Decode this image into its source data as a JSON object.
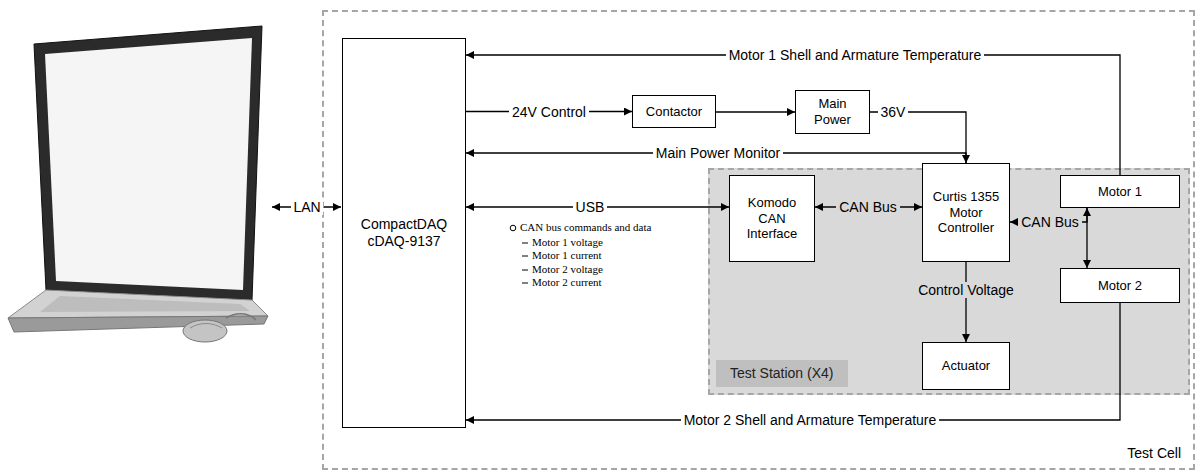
{
  "diagram": {
    "nodes": [
      {
        "text": [
          "Test Cell"
        ]
      },
      {
        "text": [
          "CompactDAQ cDAQ-9137"
        ],
        "in": 0
      },
      {
        "text": [
          "Contactor"
        ],
        "in": 0
      },
      {
        "text": [
          "Main Power"
        ],
        "in": 0
      },
      {
        "text": [
          "Test Station (X4)"
        ],
        "in": 0
      },
      {
        "text": [
          "Komodo CAN Interface"
        ],
        "in": 4
      },
      {
        "text": [
          "Curtis 1355 Motor Controller"
        ],
        "in": 4
      },
      {
        "text": [
          "Motor 1"
        ],
        "in": 4
      },
      {
        "text": [
          "Motor 2"
        ],
        "in": 4
      },
      {
        "text": [
          "Actuator"
        ],
        "in": 4
      }
    ],
    "edges": [
      {
        "from": 7,
        "to": 1,
        "label": "Motor 1 Shell and Armature Temperature",
        "arrow": "to"
      },
      {
        "from": 1,
        "to": 2,
        "label": "24V Control",
        "arrow": "to"
      },
      {
        "from": 2,
        "to": 3,
        "arrow": "to"
      },
      {
        "from": 3,
        "to": 6,
        "label": "36V",
        "arrow": "to"
      },
      {
        "from": 6,
        "to": 1,
        "label": "Main Power Monitor",
        "arrow": "to"
      },
      {
        "from": 1,
        "to": 5,
        "label": "USB",
        "arrow": "both"
      },
      {
        "from": 5,
        "to": 6,
        "label": "CAN Bus",
        "arrow": "both"
      },
      {
        "from": 7,
        "to": 6,
        "label": "CAN Bus",
        "arrow": "to"
      },
      {
        "from": 7,
        "to": 8,
        "arrow": "both"
      },
      {
        "from": 6,
        "to": 9,
        "label": "Control Voltage",
        "arrow": "to"
      },
      {
        "from": 8,
        "to": 1,
        "label": "Motor 2 Shell and Armature Temperature",
        "arrow": "to"
      }
    ],
    "labels": [
      "LAN",
      "CAN bus commands and data",
      "Motor 1 voltage",
      "Motor 1 current",
      "Motor 2 voltage",
      "Motor 2 current"
    ]
  }
}
